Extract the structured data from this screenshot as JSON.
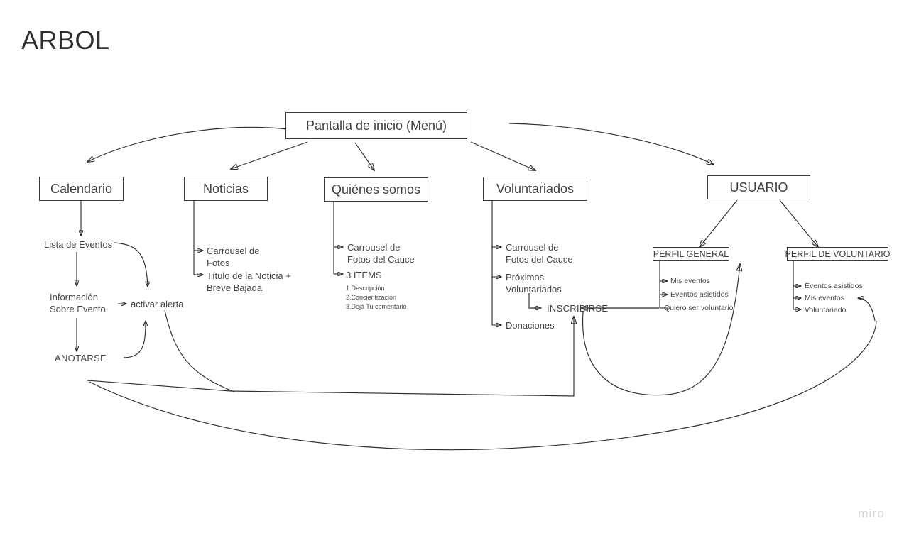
{
  "page": {
    "title": "ARBOL",
    "watermark": "miro",
    "bg_color": "#ffffff",
    "line_color": "#2f2f2f",
    "text_color": "#3f3f3f"
  },
  "root": {
    "label": "Pantalla de inicio (Menú)"
  },
  "sections": {
    "calendario": {
      "title": "Calendario",
      "steps": [
        "Lista de Eventos",
        "Información\nSobre Evento",
        "ANOTARSE"
      ],
      "alert": "activar alerta"
    },
    "noticias": {
      "title": "Noticias",
      "items": [
        "Carrousel de\nFotos",
        "Título de la Noticia +\nBreve Bajada"
      ]
    },
    "quienes_somos": {
      "title": "Quiénes somos",
      "items": [
        "Carrousel de\nFotos del Cauce",
        "3 ITEMS"
      ],
      "subitems": "1.Descripción\n2.Concientización\n3.Dejá Tu comentario"
    },
    "voluntariados": {
      "title": "Voluntariados",
      "items": [
        "Carrousel de\nFotos del Cauce",
        "Próximos\nVoluntariados",
        "Donaciones"
      ],
      "action": "INSCRIBIRSE"
    },
    "usuario": {
      "title": "USUARIO",
      "perfil_general": {
        "title": "PERFIL GENERAL",
        "items": [
          "Mis eventos",
          "Eventos asistidos",
          "Quiero ser voluntario"
        ]
      },
      "perfil_voluntario": {
        "title": "PERFIL DE VOLUNTARIO",
        "items": [
          "Eventos asistidos",
          "Mis eventos",
          "Voluntariado"
        ]
      }
    }
  }
}
